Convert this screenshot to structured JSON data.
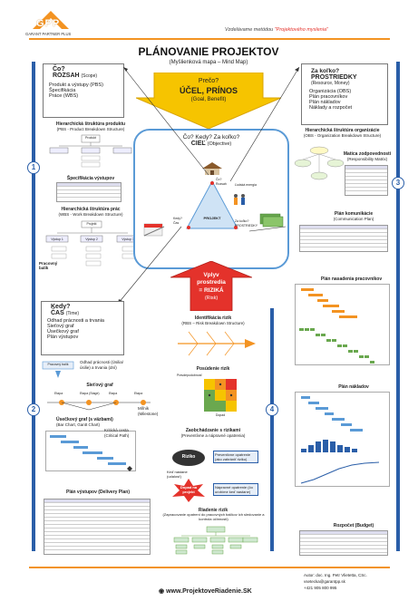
{
  "header": {
    "logo_text": "GPP",
    "logo_sub": "GARANT PARTNER PLUS",
    "tagline_prefix": "Vzdelávame metódou",
    "tagline_quote": "\"Projektového myslenia\""
  },
  "title": {
    "main": "PLÁNOVANIE PROJEKTOV",
    "sub": "(Myšlienková mapa – Mind Map)"
  },
  "center_arrow": {
    "q": "Prečo?",
    "main": "ÚČEL, PRÍNOS",
    "sub": "(Goal, Benefit)"
  },
  "central": {
    "q": "Čo? Kedy? Za koľko?",
    "main": "CIEĽ",
    "sub": "(Objective)",
    "triangle_label": "PROJEKT",
    "corner_top": "Čo?",
    "corner_top_sub": "Rozsah",
    "corner_top_right": "Ľudská energia",
    "corner_left": "Kedy?",
    "corner_left_sub": "Čas",
    "corner_right": "Za koľko?",
    "corner_right_sub": "PROSTRIEDKY"
  },
  "risk_arrow": {
    "l1": "Vplyv",
    "l2": "prostredia",
    "l3": "= RIZIKÁ",
    "l4": "(Risk)"
  },
  "left_top": {
    "q": "Čo?",
    "main": "ROZSAH",
    "main_sub": "(Scope)",
    "items": [
      "Produkt a výstupy (PBS)",
      "Špecifikácia",
      "Práce (WBS)"
    ],
    "pbs_title": "Hierarchická štruktúra produktu",
    "pbs_sub": "(PBS - Product Breakdown Structure)",
    "pbs_root": "Produkt",
    "spec_title": "Špecifikácia výstupov",
    "wbs_title": "Hierarchická štruktúra prác",
    "wbs_sub": "(WBS - Work Breakdown Structure)",
    "wbs_root": "Projekt",
    "wbs_cols": [
      "Výstup 1",
      "Výstup 2",
      "Výstup 3"
    ],
    "wbs_side": "Pracovný balík"
  },
  "right_top": {
    "q": "Za koľko?",
    "main": "PROSTRIEDKY",
    "main_sub": "(Resource, Money)",
    "items": [
      "Organizácia (OBS)",
      "Plán pracovníkov",
      "Plán nákladov",
      "Náklady a rozpočet"
    ],
    "obs_title": "Hierarchická štruktúra organizácie",
    "obs_sub": "(OBS - Organization Breakdown Structure)",
    "matrix_title": "Matica zodpovednosti",
    "matrix_sub": "(Responsibility Matrix)",
    "comm_title": "Plán komunikácie",
    "comm_sub": "(Communication Plan)",
    "staff_title": "Plán nasadenia pracovníkov",
    "cost_title": "Plán nákladov",
    "budget_title": "Rozpočet (Budget)"
  },
  "left_bottom": {
    "q": "Kedy?",
    "main": "ČAS",
    "main_sub": "(Time)",
    "items": [
      "Odhad prácnosti a trvania",
      "Sieťový graf",
      "Úsečkový graf",
      "Plán výstupov"
    ],
    "wp_label": "Pracovný balík",
    "estimate_label": "Odhad prácnosti (Úsilia/úsilie) a trvania (dní)",
    "network_title": "Sieťový graf",
    "net_labels": [
      "Etapa",
      "Etapa (Stage)",
      "Etapa",
      "Etapa"
    ],
    "milestone_label": "Míľnik (Milestone)",
    "gantt_title": "Úsečkový graf (s väzbami)",
    "gantt_sub": "(Bar Chart, Gantt Chart)",
    "critical_label": "Kritická cesta (Critical Path)",
    "delivery_title": "Plán výstupov (Delivery Plan)"
  },
  "risk_col": {
    "ident_title": "Identifikácia rizík",
    "ident_sub": "(RBS – Risk Breakdown Structure)",
    "assess_title": "Posúdenie rizík",
    "assess_axis_y": "Pravdepodobnosť",
    "assess_axis_x": "Dopad",
    "mgmt_title": "Zaobchádzanie s rizikami",
    "mgmt_sub": "(Preventívne a nápravné opatrenia)",
    "cloud_label": "Riziko",
    "prevent_label": "Preventívne opatrenie (ako zabrániť riziku)",
    "if_happens": "Keď nastane (udalosť)",
    "impact_label": "Dopad na projekt",
    "fix_label": "Nápravné opatrenie (čo urobíme keď nastane)",
    "control_title": "Riadenie rizík",
    "control_sub": "(Zapracovanie opatrení do pracovných balíkov ich sledovanie a kontrola účinnosti)"
  },
  "rails": [
    "1",
    "2",
    "3",
    "4"
  ],
  "footer": {
    "website": "www.ProjektoveRiadenie.SK",
    "author": "Autor: doc. Ing. Petr Vlietetta, CSc.",
    "email": "vsetecka@garantpp.sk",
    "phone": "+421 905 800 995"
  },
  "colors": {
    "accent_orange": "#f39322",
    "rail_blue": "#2a5ea8",
    "risk_red": "#e4322b",
    "arrow_yellow": "#f6c400"
  }
}
